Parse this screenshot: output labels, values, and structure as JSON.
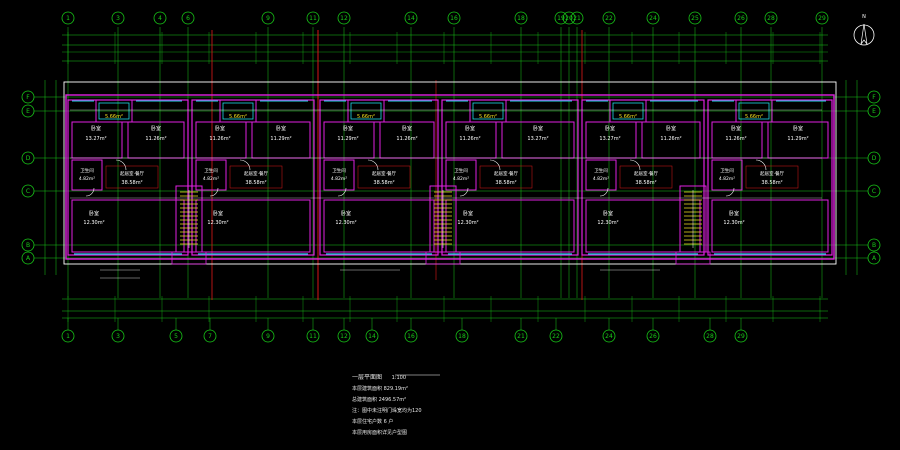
{
  "drawing": {
    "colors": {
      "background": "#000000",
      "axis_green": "#18c818",
      "wall_magenta": "#e020e0",
      "window_cyan": "#20d8e8",
      "axis_red": "#e01818",
      "room_white": "#ffffff",
      "stair_yellow": "#f0e020",
      "label_yellow": "#f0e020"
    },
    "axes_top": [
      "1",
      "3",
      "4",
      "6",
      "9",
      "11",
      "12",
      "14",
      "16",
      "18",
      "19",
      "20",
      "21",
      "22",
      "24",
      "25",
      "26",
      "28",
      "29"
    ],
    "axes_bottom": [
      "1",
      "3",
      "5",
      "7",
      "9",
      "11",
      "12",
      "14",
      "16",
      "18",
      "21",
      "22",
      "24",
      "26",
      "28",
      "29"
    ],
    "axes_side": [
      "F",
      "E",
      "D",
      "C",
      "B",
      "A"
    ],
    "north_label": "N",
    "units": [
      {
        "bedroom_master": "卧室",
        "bedroom_master_area": "13.27m²",
        "bedroom_second": "卧室",
        "bedroom_second_area": "11.26m²",
        "bath": "卫生间",
        "bath_area": "4.82m²",
        "living": "起居室·餐厅",
        "living_area": "38.58m²",
        "bedroom_south": "卧室",
        "bedroom_south_area": "12.30m²",
        "kitchen_area": "5.66m²"
      },
      {
        "bedroom_master": "卧室",
        "bedroom_master_area": "11.26m²",
        "bedroom_second": "卧室",
        "bedroom_second_area": "11.29m²",
        "bath": "卫生间",
        "bath_area": "4.82m²",
        "living": "起居室·餐厅",
        "living_area": "38.58m²",
        "bedroom_south": "卧室",
        "bedroom_south_area": "12.30m²",
        "kitchen_area": "5.66m²"
      },
      {
        "bedroom_master": "卧室",
        "bedroom_master_area": "11.29m²",
        "bedroom_second": "卧室",
        "bedroom_second_area": "11.26m²",
        "bath": "卫生间",
        "bath_area": "4.82m²",
        "living": "起居室·餐厅",
        "living_area": "38.58m²",
        "bedroom_south": "卧室",
        "bedroom_south_area": "12.30m²",
        "kitchen_area": "5.66m²"
      },
      {
        "bedroom_master": "卧室",
        "bedroom_master_area": "11.26m²",
        "bedroom_second": "卧室",
        "bedroom_second_area": "13.27m²",
        "bath": "卫生间",
        "bath_area": "4.82m²",
        "living": "起居室·餐厅",
        "living_area": "38.58m²",
        "bedroom_south": "卧室",
        "bedroom_south_area": "12.30m²",
        "kitchen_area": "5.66m²"
      },
      {
        "bedroom_master": "卧室",
        "bedroom_master_area": "13.27m²",
        "bedroom_second": "卧室",
        "bedroom_second_area": "11.26m²",
        "bath": "卫生间",
        "bath_area": "4.82m²",
        "living": "起居室·餐厅",
        "living_area": "38.58m²",
        "bedroom_south": "卧室",
        "bedroom_south_area": "12.30m²",
        "kitchen_area": "5.66m²"
      },
      {
        "bedroom_master": "卧室",
        "bedroom_master_area": "11.26m²",
        "bedroom_second": "卧室",
        "bedroom_second_area": "11.29m²",
        "bath": "卫生间",
        "bath_area": "4.82m²",
        "living": "起居室·餐厅",
        "living_area": "38.58m²",
        "bedroom_south": "卧室",
        "bedroom_south_area": "12.30m²",
        "kitchen_area": "5.66m²"
      }
    ],
    "notes": {
      "title": "一层平面图",
      "scale": "1:100",
      "lines": [
        "本层建筑面积 829.19m²",
        "总建筑面积 2496.57m²",
        "注：图中未注明门垛宽均为120",
        "本层住宅户数 6 户",
        "本层用房面积详见户型图"
      ]
    }
  }
}
